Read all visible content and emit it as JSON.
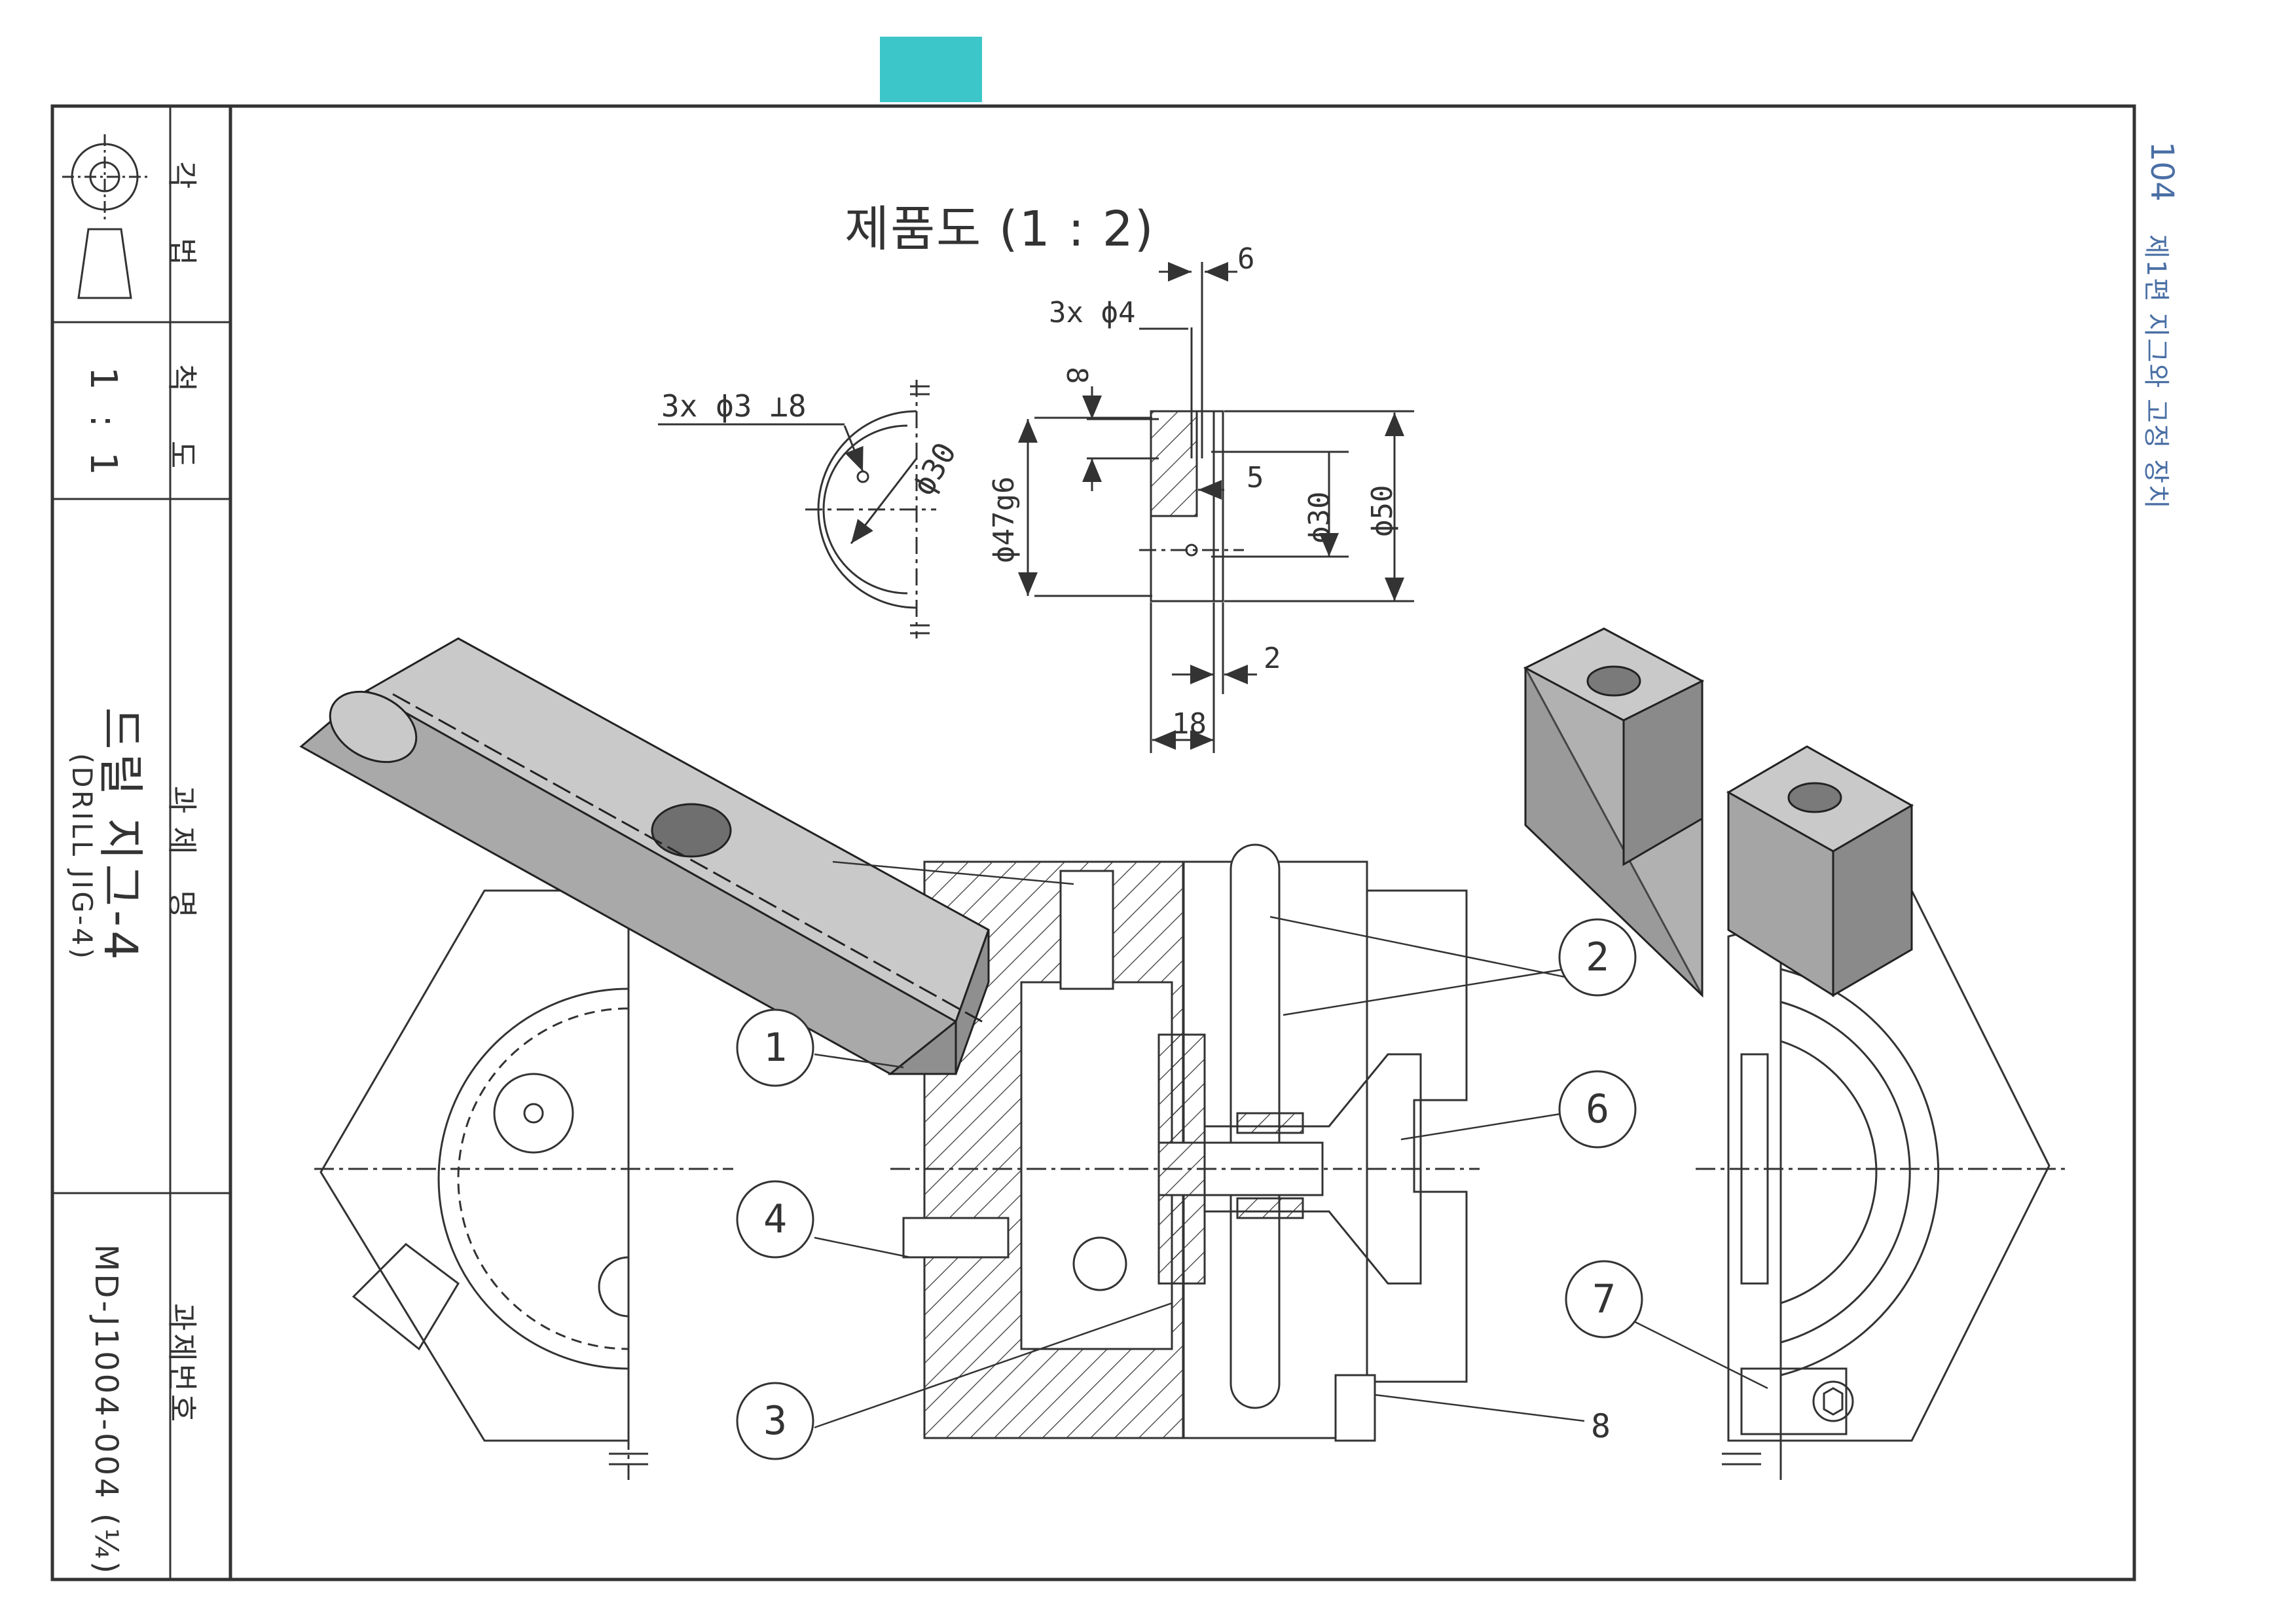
{
  "page_header": {
    "number": "104",
    "title": "제1편 지그와 고정 장치"
  },
  "title_block": {
    "projection_label": "각 법",
    "scale_label": "척 도",
    "scale_value": "1 : 1",
    "task_name_label": "과제 명",
    "task_name": "드릴 지그-4",
    "task_name_en": "(DRILL JIG-4)",
    "task_number_label": "과제번호",
    "task_number": "MD-J1004-004 (¼)"
  },
  "drawing": {
    "title": "제품도 (1 : 2)",
    "dimensions": {
      "holes_small": "3x ϕ3 ⊥8",
      "holes_4": "3x ϕ4",
      "d30_front": "ϕ30",
      "d47": "ϕ47g6",
      "d30_side": "ϕ30",
      "d50": "ϕ50",
      "w6": "6",
      "h8": "8",
      "h5": "5",
      "w2": "2",
      "w18": "18"
    },
    "balloons": [
      "1",
      "2",
      "3",
      "4",
      "6",
      "7"
    ],
    "part_8_label": "8"
  },
  "colors": {
    "tab_marker": "#3cc6c9",
    "header_text": "#4a6fa5",
    "line": "#333333",
    "solid_fill": "#a9a9a9"
  }
}
